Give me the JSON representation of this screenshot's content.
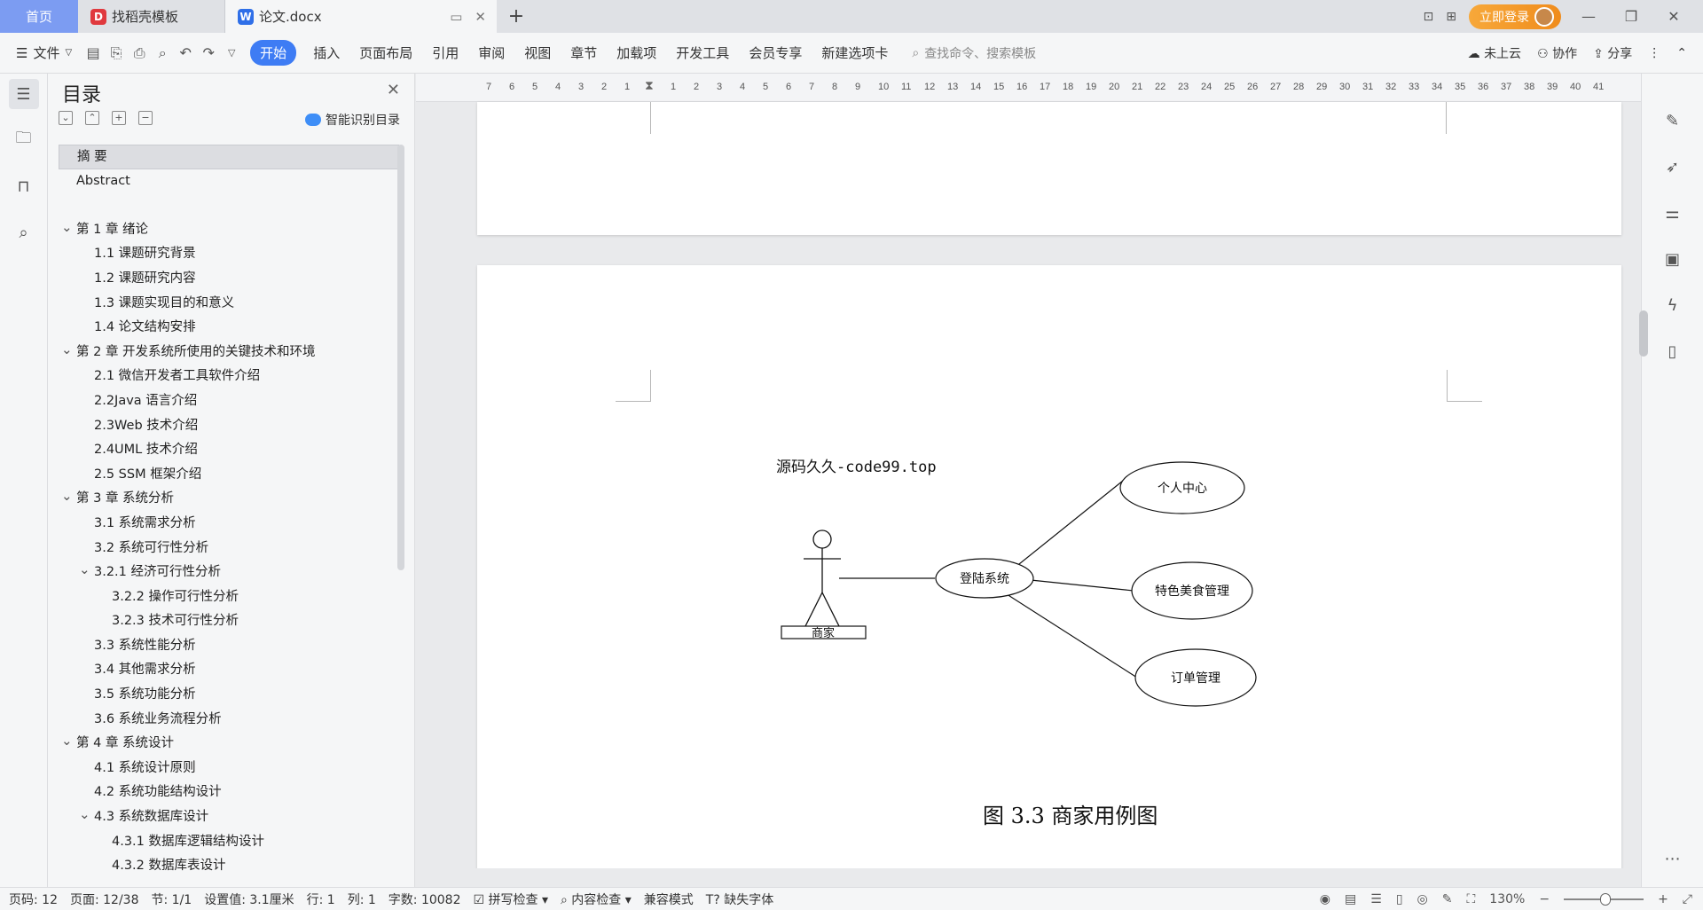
{
  "tabs": {
    "home": "首页",
    "template": "找稻壳模板",
    "doc": "论文.docx"
  },
  "topbar": {
    "login": "立即登录"
  },
  "menu": {
    "file": "文件",
    "items": [
      "开始",
      "插入",
      "页面布局",
      "引用",
      "审阅",
      "视图",
      "章节",
      "加载项",
      "开发工具",
      "会员专享",
      "新建选项卡"
    ],
    "search_placeholder": "查找命令、搜索模板",
    "cloud": "未上云",
    "collab": "协作",
    "share": "分享"
  },
  "toc": {
    "title": "目录",
    "smart": "智能识别目录",
    "items": [
      {
        "label": "摘  要",
        "level": 1,
        "expand": false,
        "selected": true
      },
      {
        "label": "Abstract",
        "level": 1,
        "expand": false
      },
      {
        "label": "",
        "level": 1,
        "expand": false
      },
      {
        "label": "第 1 章  绪论",
        "level": 1,
        "expand": true
      },
      {
        "label": "1.1 课题研究背景",
        "level": 2
      },
      {
        "label": "1.2 课题研究内容",
        "level": 2
      },
      {
        "label": "1.3 课题实现目的和意义",
        "level": 2
      },
      {
        "label": "1.4 论文结构安排",
        "level": 2
      },
      {
        "label": "第 2 章  开发系统所使用的关键技术和环境",
        "level": 1,
        "expand": true
      },
      {
        "label": "2.1 微信开发者工具软件介绍",
        "level": 2
      },
      {
        "label": "2.2Java 语言介绍",
        "level": 2
      },
      {
        "label": "2.3Web 技术介绍",
        "level": 2
      },
      {
        "label": "2.4UML 技术介绍",
        "level": 2
      },
      {
        "label": "2.5 SSM 框架介绍",
        "level": 2
      },
      {
        "label": "第 3 章  系统分析",
        "level": 1,
        "expand": true
      },
      {
        "label": "3.1 系统需求分析",
        "level": 2
      },
      {
        "label": "3.2 系统可行性分析",
        "level": 2
      },
      {
        "label": "3.2.1 经济可行性分析",
        "level": 2,
        "expand": true
      },
      {
        "label": "3.2.2 操作可行性分析",
        "level": 3
      },
      {
        "label": "3.2.3 技术可行性分析",
        "level": 3
      },
      {
        "label": "3.3 系统性能分析",
        "level": 2
      },
      {
        "label": "3.4 其他需求分析",
        "level": 2
      },
      {
        "label": "3.5 系统功能分析",
        "level": 2
      },
      {
        "label": "3.6 系统业务流程分析",
        "level": 2
      },
      {
        "label": "第 4 章  系统设计",
        "level": 1,
        "expand": true
      },
      {
        "label": "4.1 系统设计原则",
        "level": 2
      },
      {
        "label": "4.2 系统功能结构设计",
        "level": 2
      },
      {
        "label": "4.3 系统数据库设计",
        "level": 2,
        "expand": true
      },
      {
        "label": "4.3.1 数据库逻辑结构设计",
        "level": 3
      },
      {
        "label": "4.3.2 数据库表设计",
        "level": 3
      }
    ]
  },
  "ruler": {
    "left": [
      "7",
      "6",
      "5",
      "4",
      "3",
      "2",
      "1"
    ],
    "right": [
      "1",
      "2",
      "3",
      "4",
      "5",
      "6",
      "7",
      "8",
      "9",
      "10",
      "11",
      "12",
      "13",
      "14",
      "15",
      "16",
      "17",
      "18",
      "19",
      "20",
      "21",
      "22",
      "23",
      "24",
      "25",
      "26",
      "27",
      "28",
      "29",
      "30",
      "31",
      "32",
      "33",
      "34",
      "35",
      "36",
      "37",
      "38",
      "39",
      "40",
      "41"
    ]
  },
  "doc": {
    "watermark": "源码久久-code99.top",
    "actor": "商家",
    "center": "登陆系统",
    "uc1": "个人中心",
    "uc2": "特色美食管理",
    "uc3": "订单管理",
    "caption": "图 3.3 商家用例图"
  },
  "status": {
    "page_num": "页码: 12",
    "page": "页面: 12/38",
    "section": "节: 1/1",
    "setting": "设置值: 3.1厘米",
    "row": "行: 1",
    "col": "列: 1",
    "words": "字数: 10082",
    "spell": "拼写检查",
    "content": "内容检查",
    "compat": "兼容模式",
    "font": "缺失字体",
    "zoom": "130%"
  },
  "zoom_fraction": 0.45
}
